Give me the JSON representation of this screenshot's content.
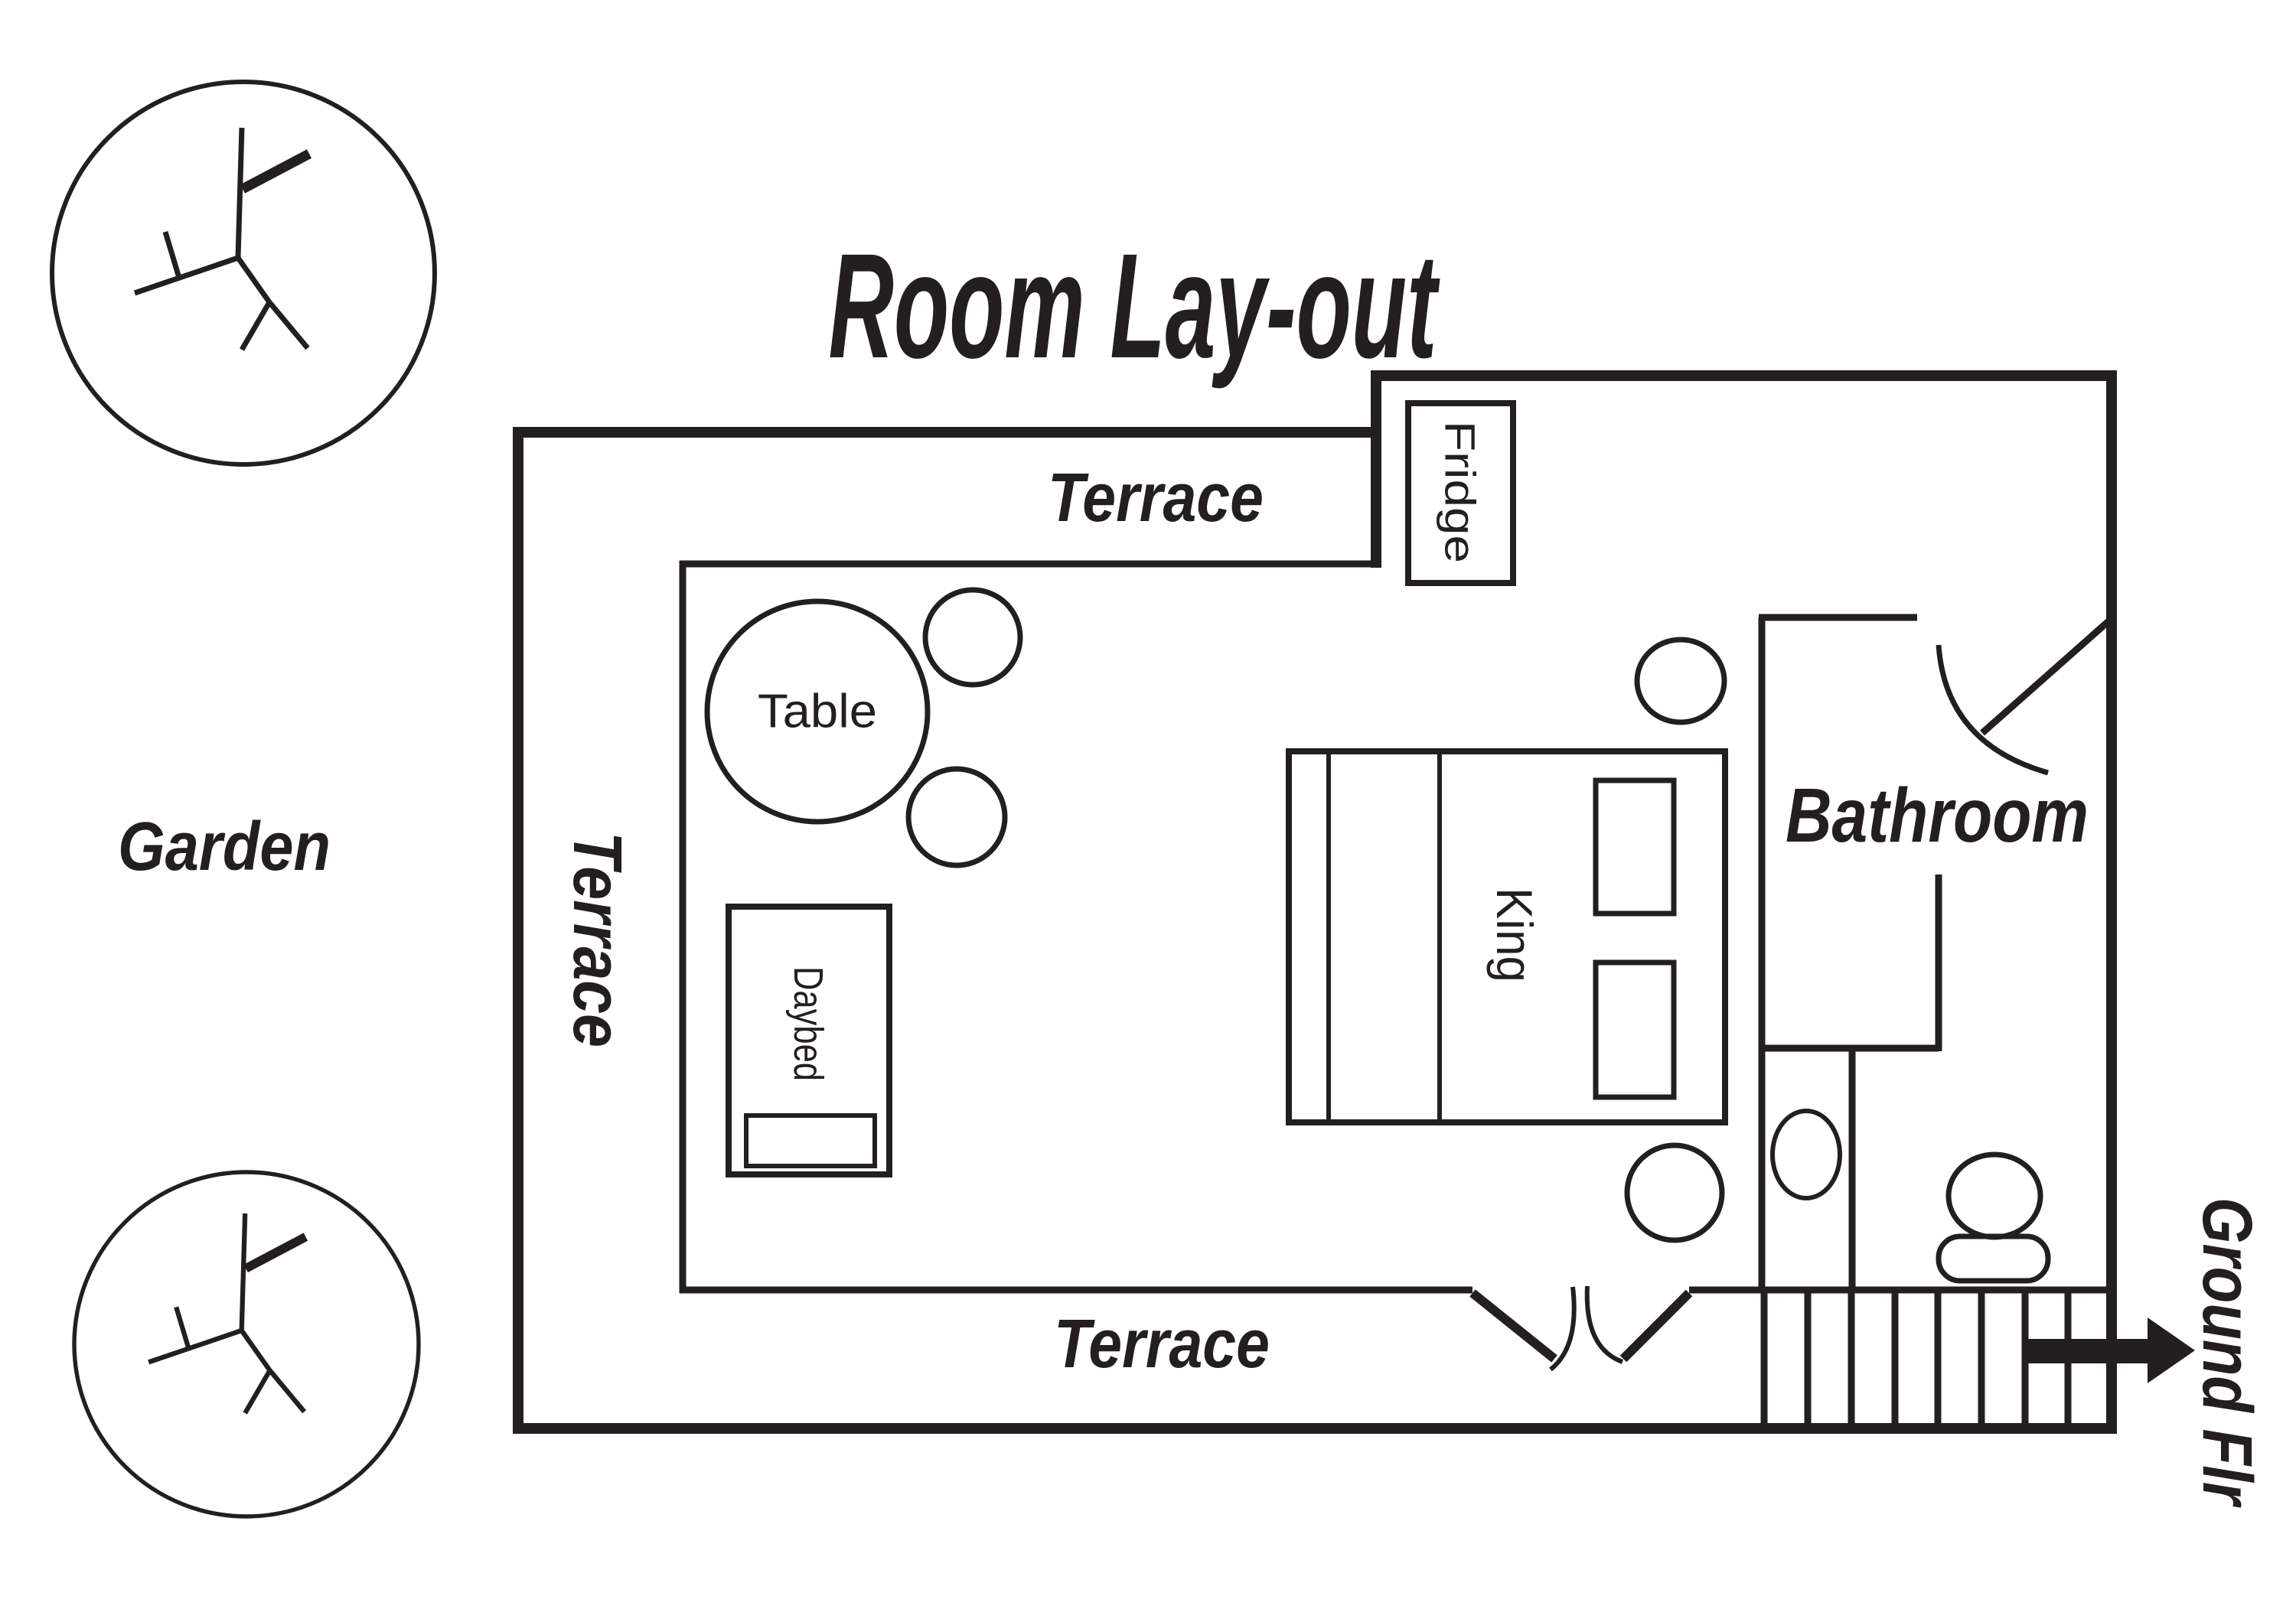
{
  "title": "Room Lay-out",
  "colors": {
    "ink": "#231f20",
    "background": "#ffffff"
  },
  "labels": {
    "garden": "Garden",
    "terrace_top": "Terrace",
    "terrace_left": "Terrace",
    "terrace_bottom": "Terrace",
    "bathroom": "Bathroom",
    "ground_floor": "Ground Flr",
    "fridge": "Fridge",
    "table": "Table",
    "daybed": "Daybed",
    "king_bed": "King"
  },
  "symbols": {
    "trees": 2,
    "dining_chairs": 2,
    "bed_pillows": 2,
    "bedside_stools": 2,
    "toilet": 1,
    "sink": 1,
    "double_door": 1,
    "bathroom_door": 1,
    "stair_steps": 8,
    "exit_arrow_direction": "right"
  }
}
